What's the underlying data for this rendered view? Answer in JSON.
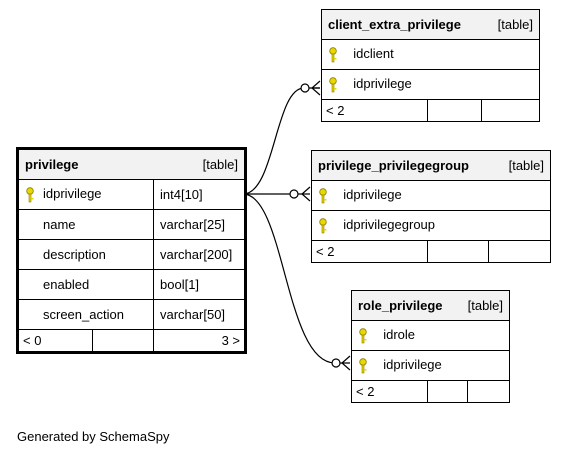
{
  "tables": {
    "privilege": {
      "name": "privilege",
      "kind": "[table]",
      "columns": [
        {
          "name": "idprivilege",
          "type": "int4[10]",
          "key": true
        },
        {
          "name": "name",
          "type": "varchar[25]",
          "key": false
        },
        {
          "name": "description",
          "type": "varchar[200]",
          "key": false
        },
        {
          "name": "enabled",
          "type": "bool[1]",
          "key": false
        },
        {
          "name": "screen_action",
          "type": "varchar[50]",
          "key": false
        }
      ],
      "footer": {
        "left": "< 0",
        "right": "3 >"
      }
    },
    "client_extra_privilege": {
      "name": "client_extra_privilege",
      "kind": "[table]",
      "columns": [
        {
          "name": "idclient",
          "key": true
        },
        {
          "name": "idprivilege",
          "key": true
        }
      ],
      "footer": {
        "left": "< 2"
      }
    },
    "privilege_privilegegroup": {
      "name": "privilege_privilegegroup",
      "kind": "[table]",
      "columns": [
        {
          "name": "idprivilege",
          "key": true
        },
        {
          "name": "idprivilegegroup",
          "key": true
        }
      ],
      "footer": {
        "left": "< 2"
      }
    },
    "role_privilege": {
      "name": "role_privilege",
      "kind": "[table]",
      "columns": [
        {
          "name": "idrole",
          "key": true
        },
        {
          "name": "idprivilege",
          "key": true
        }
      ],
      "footer": {
        "left": "< 2"
      }
    }
  },
  "caption": "Generated by SchemaSpy",
  "colors": {
    "key_icon": "#e8d800",
    "header_bg": "#f2f2f2",
    "line": "#000000"
  }
}
